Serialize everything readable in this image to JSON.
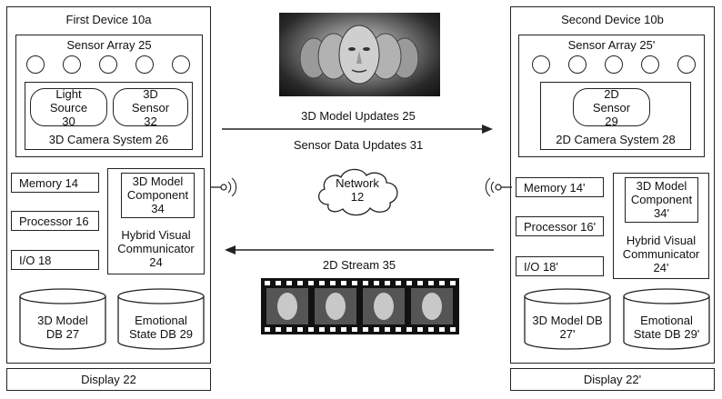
{
  "first_device": {
    "title": "First Device 10a",
    "sensor_array": "Sensor Array 25",
    "light_source": "Light Source 30",
    "sensor_3d": "3D Sensor 32",
    "camera_system": "3D Camera System 26",
    "memory": "Memory 14",
    "processor": "Processor 16",
    "io": "I/O 18",
    "model_component": "3D Model Component 34",
    "communicator": "Hybrid Visual Communicator 24",
    "model_db": "3D Model DB 27",
    "emotion_db": "Emotional State DB 29",
    "display": "Display 22"
  },
  "second_device": {
    "title": "Second Device 10b",
    "sensor_array": "Sensor Array 25'",
    "sensor_2d": "2D Sensor 29",
    "camera_system": "2D Camera System 28",
    "memory": "Memory 14'",
    "processor": "Processor 16'",
    "io": "I/O 18'",
    "model_component": "3D Model Component 34'",
    "communicator": "Hybrid Visual Communicator 24'",
    "model_db": "3D Model DB 27'",
    "emotion_db": "Emotional State DB 29'",
    "display": "Display 22'"
  },
  "center": {
    "model_updates": "3D Model Updates 25",
    "sensor_updates": "Sensor Data Updates 31",
    "network": "Network 12",
    "stream": "2D Stream 35"
  }
}
